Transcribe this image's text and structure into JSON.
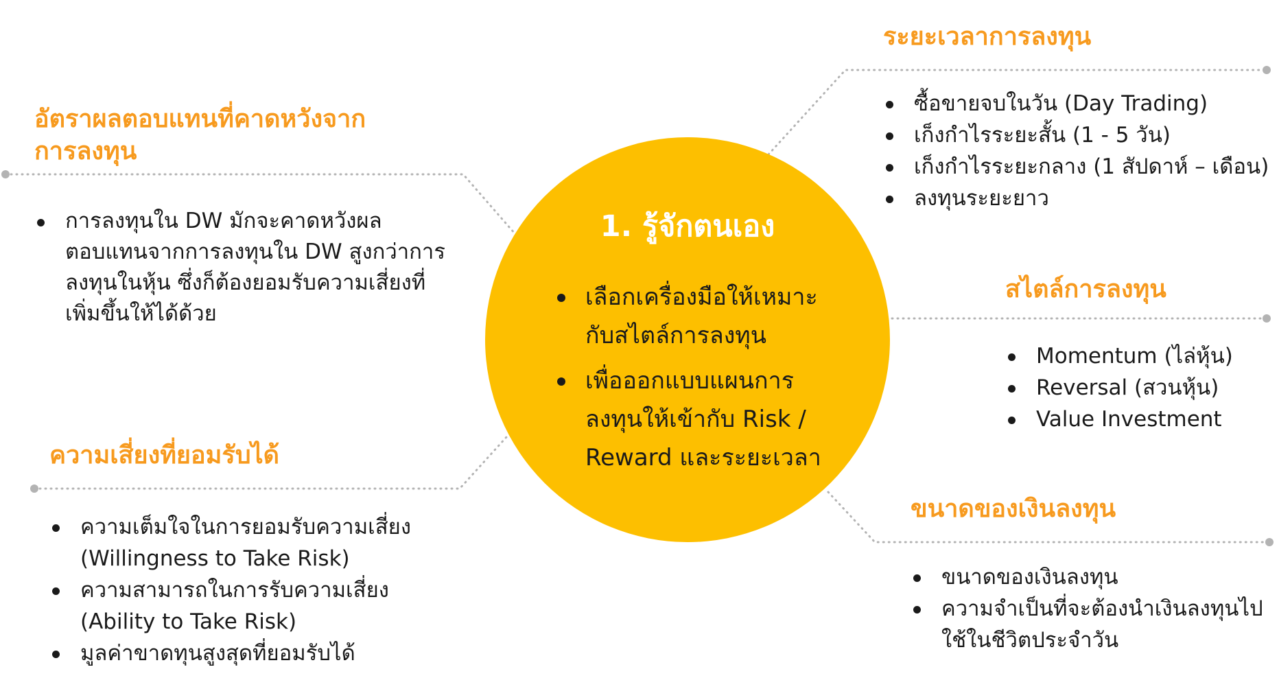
{
  "center": {
    "title": "1. รู้จักตนเอง",
    "items": [
      "เลือกเครื่องมือให้เหมาะกับสไตล์การลงทุน",
      "เพื่อออกแบบแผนการลงทุนให้เข้ากับ Risk / Reward และระยะเวลา"
    ]
  },
  "expected_return": {
    "heading": "อัตราผลตอบแทนที่คาดหวังจากการลงทุน",
    "items": [
      "การลงทุนใน DW มักจะคาดหวังผลตอบแทนจากการลงทุนใน DW สูงกว่าการลงทุนในหุ้น ซึ่งก็ต้องยอมรับความเสี่ยงที่เพิ่มขึ้นให้ได้ด้วย"
    ]
  },
  "risk_tolerance": {
    "heading": "ความเสี่ยงที่ยอมรับได้",
    "items": [
      "ความเต็มใจในการยอมรับความเสี่ยง (Willingness to Take Risk)",
      "ความสามารถในการรับความเสี่ยง (Ability to Take Risk)",
      "มูลค่าขาดทุนสูงสุดที่ยอมรับได้"
    ]
  },
  "time_horizon": {
    "heading": "ระยะเวลาการลงทุน",
    "items": [
      "ซื้อขายจบในวัน (Day Trading)",
      "เก็งกำไรระยะสั้น (1 - 5 วัน)",
      "เก็งกำไรระยะกลาง (1 สัปดาห์ – เดือน)",
      "ลงทุนระยะยาว"
    ]
  },
  "style": {
    "heading": "สไตล์การลงทุน",
    "items": [
      "Momentum (ไล่หุ้น)",
      "Reversal (สวนหุ้น)",
      "Value Investment"
    ]
  },
  "size": {
    "heading": "ขนาดของเงินลงทุน",
    "items": [
      "ขนาดของเงินลงทุน",
      "ความจำเป็นที่จะต้องนำเงินลงทุนไปใช้ในชีวิตประจำวัน"
    ]
  },
  "colors": {
    "circle": "#fdbf00",
    "heading": "#f79a1e",
    "connector": "#b3b3b3"
  }
}
